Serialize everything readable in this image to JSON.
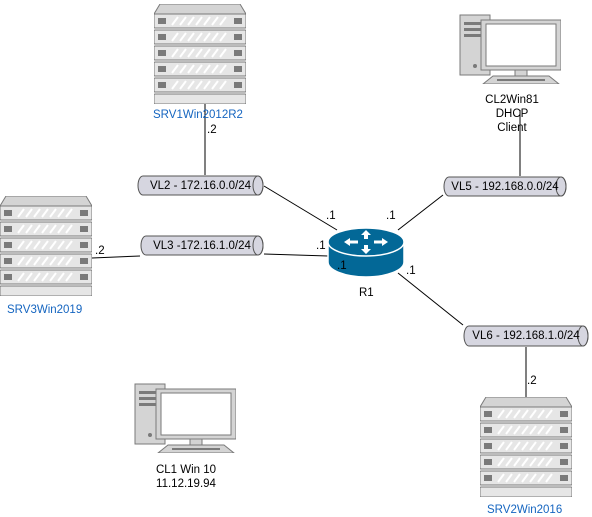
{
  "nodes": {
    "srv1": {
      "name": "SRV1Win2012R2",
      "octet": ".2"
    },
    "srv3": {
      "name": "SRV3Win2019",
      "octet": ".2"
    },
    "srv2": {
      "name": "SRV2Win2016",
      "octet": ".2"
    },
    "cl2": {
      "line1": "CL2Win81",
      "line2": "DHCP",
      "line3": "Client"
    },
    "cl1": {
      "line1": "CL1 Win 10",
      "line2": "11.12.19.94"
    },
    "router": {
      "name": "R1"
    }
  },
  "vlans": {
    "vl2": {
      "label": "VL2 - 172.16.0.0/24",
      "router_octet": ".1"
    },
    "vl3": {
      "label": "VL3 -172.16.1.0/24",
      "router_octet_a": ".1",
      "router_octet_b": ".1"
    },
    "vl5": {
      "label": "VL5 - 192.168.0.0/24",
      "router_octet": ".1"
    },
    "vl6": {
      "label": "VL6 - 192.168.1.0/24",
      "router_octet": ".1"
    }
  },
  "colors": {
    "server_body": "#e0e0e0",
    "server_stroke": "#7a7a7a",
    "router_fill": "#036897",
    "vlan_fill": "#d6d6e0",
    "link_label_blue": "#1565c0"
  }
}
